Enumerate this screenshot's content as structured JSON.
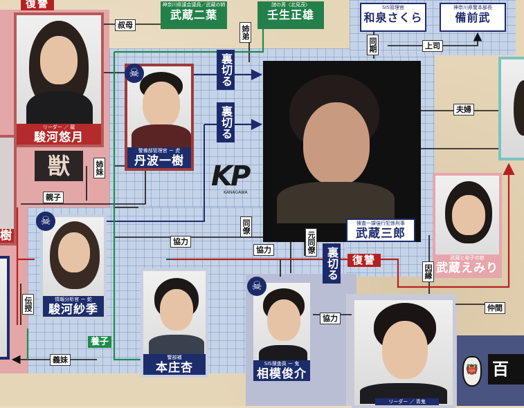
{
  "top": {
    "banner_left": "復讐",
    "box1": {
      "role": "神奈川県議会議員／武蔵の姉",
      "name": "武蔵二葉"
    },
    "box2": {
      "role": "謎の男〈北見茂〉",
      "name": "壬生正雄"
    },
    "box3": {
      "role": "SIS管理官",
      "name": "和泉さくら"
    },
    "box4": {
      "role": "神奈川県警本部長",
      "name": "備前武"
    }
  },
  "people": {
    "yuzuki": {
      "role": "リーダー ／ 龍",
      "name": "駿河悠月"
    },
    "tanba": {
      "role": "警備部管理官 ー 虎",
      "name": "丹波一樹"
    },
    "sanrou": {
      "role": "捜査一課強行犯係刑事",
      "name": "武蔵三郎"
    },
    "emiri": {
      "role": "武蔵と裕子の娘",
      "name": "武蔵えみり"
    },
    "saki": {
      "role": "情報分析官 ー 蛇",
      "name": "駿河紗季"
    },
    "anzu": {
      "role": "警部補",
      "name": "本庄杏"
    },
    "shunsuke": {
      "role": "SIS捜査員 ー 鬼",
      "name": "相模俊介"
    },
    "bottom_right": {
      "role": "リーダー ／ 青鬼"
    },
    "left_edge": {
      "name": "樹"
    }
  },
  "tags": {
    "oba": "叔母",
    "anemoto": "姉弟",
    "dohki": "同期",
    "joshi": "上司",
    "uragiri": "裏切る",
    "fufu": "夫婦",
    "shimai": "姉妹",
    "oyako": "親子",
    "kyoryoku": "協力",
    "dohryo": "同僚",
    "motodohryo": "元同僚",
    "fukushu": "復讐",
    "innen": "因縁",
    "nakama": "仲間",
    "denju": "伝授",
    "yoshi": "養子",
    "gimai": "義妹"
  },
  "group_mark": "獣",
  "logo": {
    "text": "KP",
    "sub": "KANAGAWA"
  },
  "right_edge_text": "百"
}
